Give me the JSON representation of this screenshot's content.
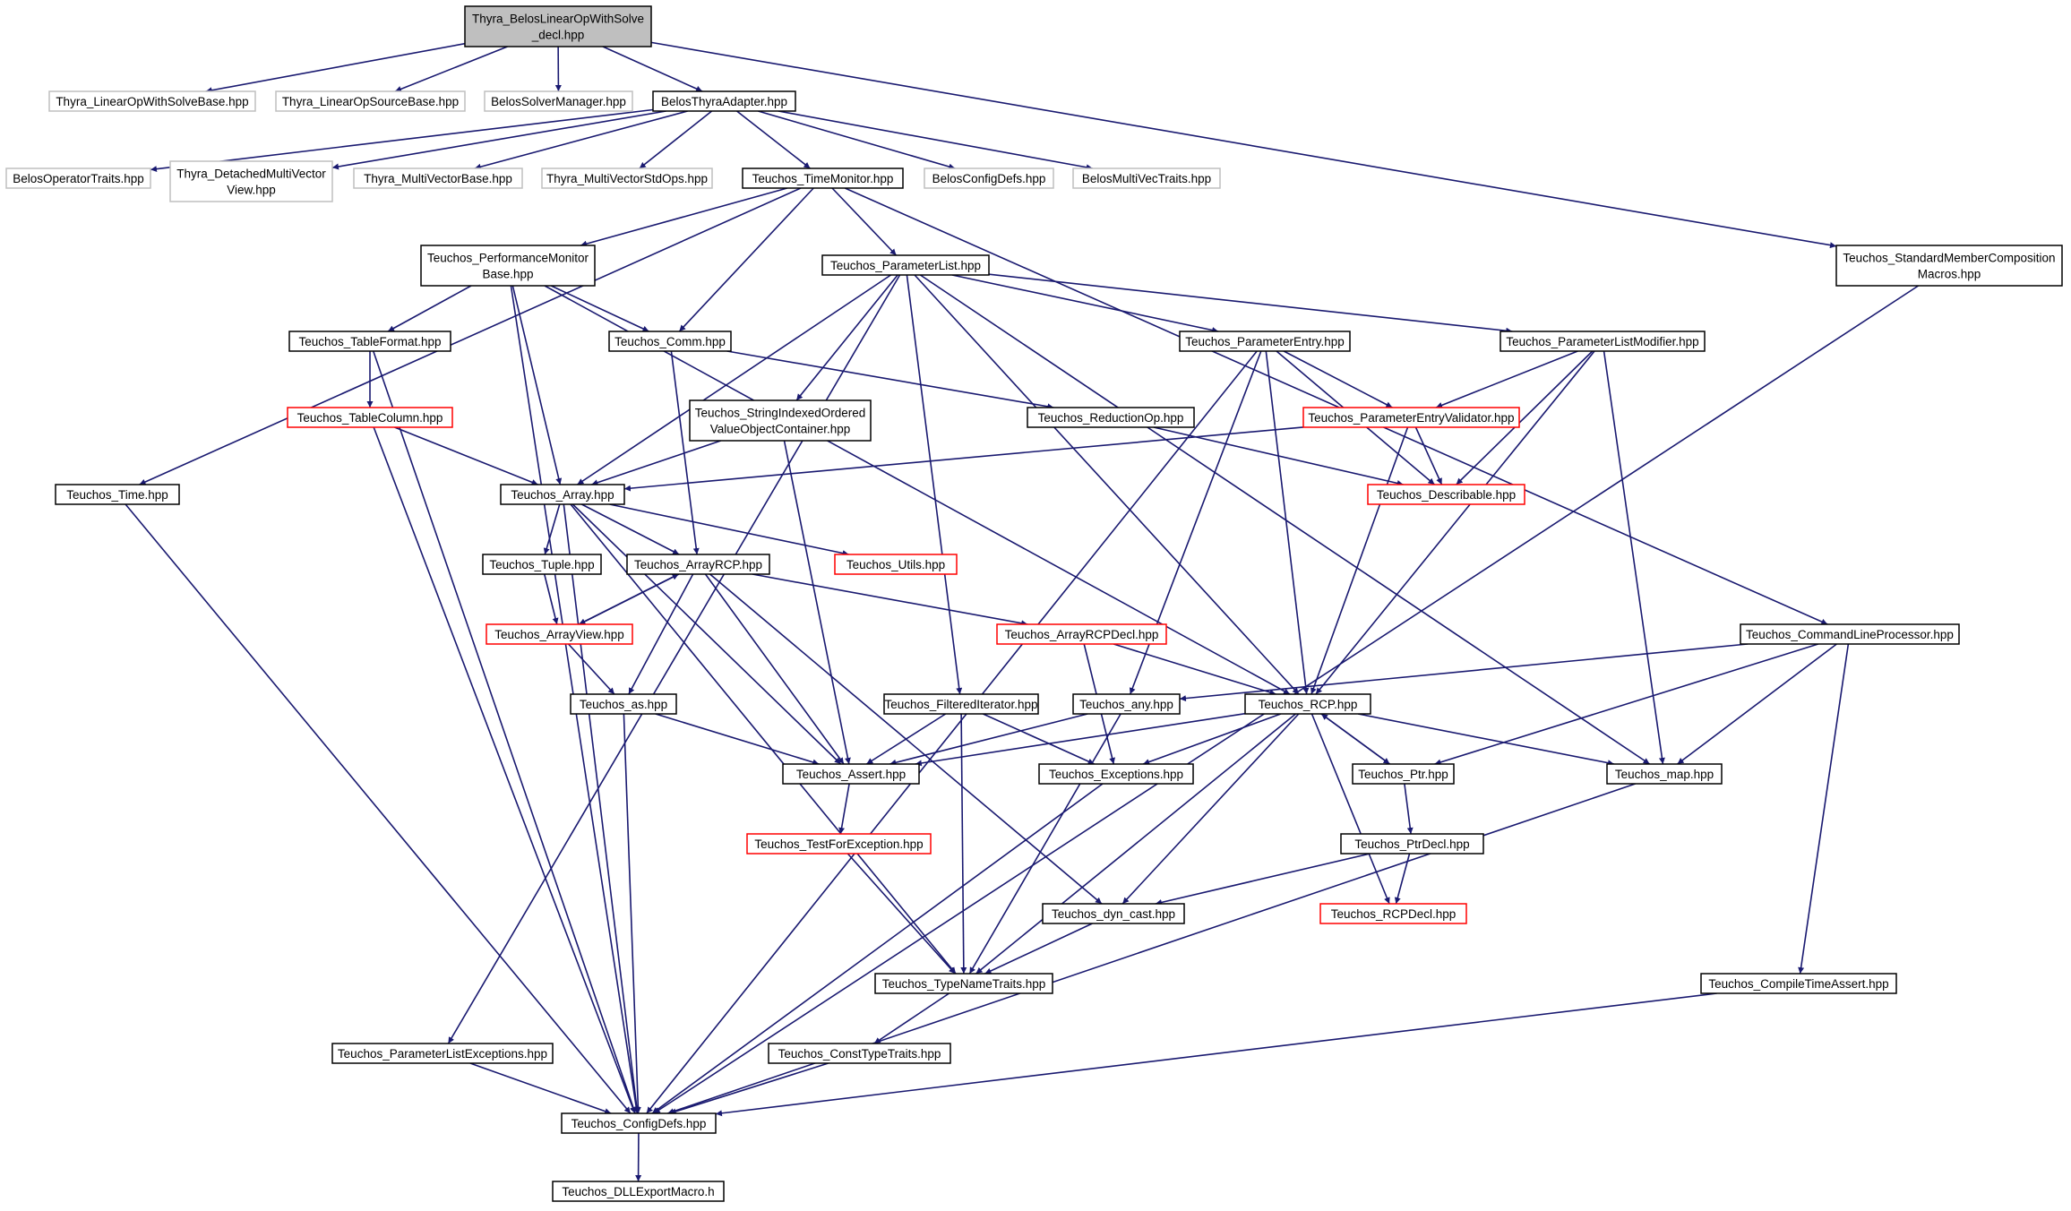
{
  "graph": {
    "colors": {
      "edge": "#191970",
      "normal_border": "#000000",
      "external_border": "#bfbfbf",
      "missing_border": "#ff0000",
      "root_fill": "#bfbfbf",
      "node_fill": "#ffffff"
    },
    "nodes": [
      {
        "id": "root",
        "kind": "root",
        "lines": [
          "Thyra_BelosLinearOpWithSolve",
          "_decl.hpp"
        ]
      },
      {
        "id": "thyra_lowsb",
        "kind": "external",
        "lines": [
          "Thyra_LinearOpWithSolveBase.hpp"
        ]
      },
      {
        "id": "thyra_losb",
        "kind": "external",
        "lines": [
          "Thyra_LinearOpSourceBase.hpp"
        ]
      },
      {
        "id": "belos_sm",
        "kind": "external",
        "lines": [
          "BelosSolverManager.hpp"
        ]
      },
      {
        "id": "belos_ta",
        "kind": "normal",
        "lines": [
          "BelosThyraAdapter.hpp"
        ]
      },
      {
        "id": "belos_ot",
        "kind": "external",
        "lines": [
          "BelosOperatorTraits.hpp"
        ]
      },
      {
        "id": "thyra_dmvv",
        "kind": "external",
        "lines": [
          "Thyra_DetachedMultiVector",
          "View.hpp"
        ]
      },
      {
        "id": "thyra_mvb",
        "kind": "external",
        "lines": [
          "Thyra_MultiVectorBase.hpp"
        ]
      },
      {
        "id": "thyra_mvso",
        "kind": "external",
        "lines": [
          "Thyra_MultiVectorStdOps.hpp"
        ]
      },
      {
        "id": "t_tm",
        "kind": "normal",
        "lines": [
          "Teuchos_TimeMonitor.hpp"
        ]
      },
      {
        "id": "belos_cd",
        "kind": "external",
        "lines": [
          "BelosConfigDefs.hpp"
        ]
      },
      {
        "id": "belos_mvt",
        "kind": "external",
        "lines": [
          "BelosMultiVecTraits.hpp"
        ]
      },
      {
        "id": "t_smcm",
        "kind": "normal",
        "lines": [
          "Teuchos_StandardMemberComposition",
          "Macros.hpp"
        ]
      },
      {
        "id": "t_pmb",
        "kind": "normal",
        "lines": [
          "Teuchos_PerformanceMonitor",
          "Base.hpp"
        ]
      },
      {
        "id": "t_pl",
        "kind": "normal",
        "lines": [
          "Teuchos_ParameterList.hpp"
        ]
      },
      {
        "id": "t_tf",
        "kind": "normal",
        "lines": [
          "Teuchos_TableFormat.hpp"
        ]
      },
      {
        "id": "t_comm",
        "kind": "normal",
        "lines": [
          "Teuchos_Comm.hpp"
        ]
      },
      {
        "id": "t_pe",
        "kind": "normal",
        "lines": [
          "Teuchos_ParameterEntry.hpp"
        ]
      },
      {
        "id": "t_plm",
        "kind": "normal",
        "lines": [
          "Teuchos_ParameterListModifier.hpp"
        ]
      },
      {
        "id": "t_tc",
        "kind": "missing",
        "lines": [
          "Teuchos_TableColumn.hpp"
        ]
      },
      {
        "id": "t_sio",
        "kind": "normal",
        "lines": [
          "Teuchos_StringIndexedOrdered",
          "ValueObjectContainer.hpp"
        ]
      },
      {
        "id": "t_rop",
        "kind": "normal",
        "lines": [
          "Teuchos_ReductionOp.hpp"
        ]
      },
      {
        "id": "t_pev",
        "kind": "missing",
        "lines": [
          "Teuchos_ParameterEntryValidator.hpp"
        ]
      },
      {
        "id": "t_time",
        "kind": "normal",
        "lines": [
          "Teuchos_Time.hpp"
        ]
      },
      {
        "id": "t_array",
        "kind": "normal",
        "lines": [
          "Teuchos_Array.hpp"
        ]
      },
      {
        "id": "t_desc",
        "kind": "missing",
        "lines": [
          "Teuchos_Describable.hpp"
        ]
      },
      {
        "id": "t_tuple",
        "kind": "normal",
        "lines": [
          "Teuchos_Tuple.hpp"
        ]
      },
      {
        "id": "t_arcp",
        "kind": "normal",
        "lines": [
          "Teuchos_ArrayRCP.hpp"
        ]
      },
      {
        "id": "t_utils",
        "kind": "missing",
        "lines": [
          "Teuchos_Utils.hpp"
        ]
      },
      {
        "id": "t_av",
        "kind": "missing",
        "lines": [
          "Teuchos_ArrayView.hpp"
        ]
      },
      {
        "id": "t_arcpd",
        "kind": "missing",
        "lines": [
          "Teuchos_ArrayRCPDecl.hpp"
        ]
      },
      {
        "id": "t_clp",
        "kind": "normal",
        "lines": [
          "Teuchos_CommandLineProcessor.hpp"
        ]
      },
      {
        "id": "t_as",
        "kind": "normal",
        "lines": [
          "Teuchos_as.hpp"
        ]
      },
      {
        "id": "t_fi",
        "kind": "normal",
        "lines": [
          "Teuchos_FilteredIterator.hpp"
        ]
      },
      {
        "id": "t_any",
        "kind": "normal",
        "lines": [
          "Teuchos_any.hpp"
        ]
      },
      {
        "id": "t_rcp",
        "kind": "normal",
        "lines": [
          "Teuchos_RCP.hpp"
        ]
      },
      {
        "id": "t_assert",
        "kind": "normal",
        "lines": [
          "Teuchos_Assert.hpp"
        ]
      },
      {
        "id": "t_exc",
        "kind": "normal",
        "lines": [
          "Teuchos_Exceptions.hpp"
        ]
      },
      {
        "id": "t_ptr",
        "kind": "normal",
        "lines": [
          "Teuchos_Ptr.hpp"
        ]
      },
      {
        "id": "t_map",
        "kind": "normal",
        "lines": [
          "Teuchos_map.hpp"
        ]
      },
      {
        "id": "t_tfe",
        "kind": "missing",
        "lines": [
          "Teuchos_TestForException.hpp"
        ]
      },
      {
        "id": "t_ptrd",
        "kind": "normal",
        "lines": [
          "Teuchos_PtrDecl.hpp"
        ]
      },
      {
        "id": "t_dc",
        "kind": "normal",
        "lines": [
          "Teuchos_dyn_cast.hpp"
        ]
      },
      {
        "id": "t_rcpd",
        "kind": "missing",
        "lines": [
          "Teuchos_RCPDecl.hpp"
        ]
      },
      {
        "id": "t_tnt",
        "kind": "normal",
        "lines": [
          "Teuchos_TypeNameTraits.hpp"
        ]
      },
      {
        "id": "t_cta",
        "kind": "normal",
        "lines": [
          "Teuchos_CompileTimeAssert.hpp"
        ]
      },
      {
        "id": "t_ple",
        "kind": "normal",
        "lines": [
          "Teuchos_ParameterListExceptions.hpp"
        ]
      },
      {
        "id": "t_ctt",
        "kind": "normal",
        "lines": [
          "Teuchos_ConstTypeTraits.hpp"
        ]
      },
      {
        "id": "t_cd",
        "kind": "normal",
        "lines": [
          "Teuchos_ConfigDefs.hpp"
        ]
      },
      {
        "id": "t_dll",
        "kind": "normal",
        "lines": [
          "Teuchos_DLLExportMacro.h"
        ]
      }
    ],
    "edges": [
      [
        "root",
        "thyra_lowsb"
      ],
      [
        "root",
        "thyra_losb"
      ],
      [
        "root",
        "belos_sm"
      ],
      [
        "root",
        "belos_ta"
      ],
      [
        "root",
        "t_smcm"
      ],
      [
        "belos_ta",
        "belos_ot"
      ],
      [
        "belos_ta",
        "thyra_dmvv"
      ],
      [
        "belos_ta",
        "thyra_mvb"
      ],
      [
        "belos_ta",
        "thyra_mvso"
      ],
      [
        "belos_ta",
        "t_tm"
      ],
      [
        "belos_ta",
        "belos_cd"
      ],
      [
        "belos_ta",
        "belos_mvt"
      ],
      [
        "t_tm",
        "t_time"
      ],
      [
        "t_tm",
        "t_pmb"
      ],
      [
        "t_tm",
        "t_comm"
      ],
      [
        "t_tm",
        "t_pl"
      ],
      [
        "t_tm",
        "t_clp"
      ],
      [
        "t_smcm",
        "t_cd"
      ],
      [
        "t_pmb",
        "t_cd"
      ],
      [
        "t_pmb",
        "t_tf"
      ],
      [
        "t_pmb",
        "t_comm"
      ],
      [
        "t_pmb",
        "t_array"
      ],
      [
        "t_pmb",
        "t_rcp"
      ],
      [
        "t_pl",
        "t_ple"
      ],
      [
        "t_pl",
        "t_array"
      ],
      [
        "t_pl",
        "t_sio"
      ],
      [
        "t_pl",
        "t_fi"
      ],
      [
        "t_pl",
        "t_rcp"
      ],
      [
        "t_pl",
        "t_pe"
      ],
      [
        "t_pl",
        "t_plm"
      ],
      [
        "t_pl",
        "t_map"
      ],
      [
        "t_tf",
        "t_tc"
      ],
      [
        "t_tf",
        "t_cd"
      ],
      [
        "t_comm",
        "t_rop"
      ],
      [
        "t_comm",
        "t_arcp"
      ],
      [
        "t_tc",
        "t_array"
      ],
      [
        "t_tc",
        "t_cd"
      ],
      [
        "t_sio",
        "t_array"
      ],
      [
        "t_sio",
        "t_assert"
      ],
      [
        "t_pe",
        "t_pev"
      ],
      [
        "t_pe",
        "t_desc"
      ],
      [
        "t_pe",
        "t_rcp"
      ],
      [
        "t_pe",
        "t_any"
      ],
      [
        "t_pe",
        "t_cd"
      ],
      [
        "t_plm",
        "t_pev"
      ],
      [
        "t_plm",
        "t_desc"
      ],
      [
        "t_plm",
        "t_rcp"
      ],
      [
        "t_plm",
        "t_map"
      ],
      [
        "t_rop",
        "t_desc"
      ],
      [
        "t_pev",
        "t_array"
      ],
      [
        "t_pev",
        "t_desc"
      ],
      [
        "t_pev",
        "t_rcp"
      ],
      [
        "t_time",
        "t_cd"
      ],
      [
        "t_array",
        "t_tuple"
      ],
      [
        "t_array",
        "t_arcp"
      ],
      [
        "t_array",
        "t_utils"
      ],
      [
        "t_array",
        "t_assert"
      ],
      [
        "t_array",
        "t_tnt"
      ],
      [
        "t_array",
        "t_cd"
      ],
      [
        "t_tuple",
        "t_av"
      ],
      [
        "t_arcp",
        "t_av"
      ],
      [
        "t_arcp",
        "t_as"
      ],
      [
        "t_arcp",
        "t_assert"
      ],
      [
        "t_arcp",
        "t_arcpd"
      ],
      [
        "t_arcp",
        "t_dc"
      ],
      [
        "t_av",
        "t_arcp"
      ],
      [
        "t_av",
        "t_as"
      ],
      [
        "t_arcpd",
        "t_rcp"
      ],
      [
        "t_arcpd",
        "t_exc"
      ],
      [
        "t_clp",
        "t_any"
      ],
      [
        "t_clp",
        "t_ptr"
      ],
      [
        "t_clp",
        "t_map"
      ],
      [
        "t_clp",
        "t_cta"
      ],
      [
        "t_as",
        "t_assert"
      ],
      [
        "t_as",
        "t_cd"
      ],
      [
        "t_fi",
        "t_assert"
      ],
      [
        "t_fi",
        "t_exc"
      ],
      [
        "t_fi",
        "t_tnt"
      ],
      [
        "t_any",
        "t_assert"
      ],
      [
        "t_any",
        "t_tnt"
      ],
      [
        "t_rcp",
        "t_assert"
      ],
      [
        "t_rcp",
        "t_exc"
      ],
      [
        "t_rcp",
        "t_ptr"
      ],
      [
        "t_rcp",
        "t_map"
      ],
      [
        "t_rcp",
        "t_dc"
      ],
      [
        "t_rcp",
        "t_rcpd"
      ],
      [
        "t_rcp",
        "t_tnt"
      ],
      [
        "t_ptr",
        "t_rcp"
      ],
      [
        "t_ptr",
        "t_ptrd"
      ],
      [
        "t_ptrd",
        "t_rcpd"
      ],
      [
        "t_ptrd",
        "t_dc"
      ],
      [
        "t_assert",
        "t_tfe"
      ],
      [
        "t_tfe",
        "t_tnt"
      ],
      [
        "t_dc",
        "t_tnt"
      ],
      [
        "t_tnt",
        "t_ctt"
      ],
      [
        "t_exc",
        "t_cd"
      ],
      [
        "t_map",
        "t_cd"
      ],
      [
        "t_cta",
        "t_cd"
      ],
      [
        "t_ple",
        "t_cd"
      ],
      [
        "t_ctt",
        "t_cd"
      ],
      [
        "t_cd",
        "t_dll"
      ]
    ]
  }
}
